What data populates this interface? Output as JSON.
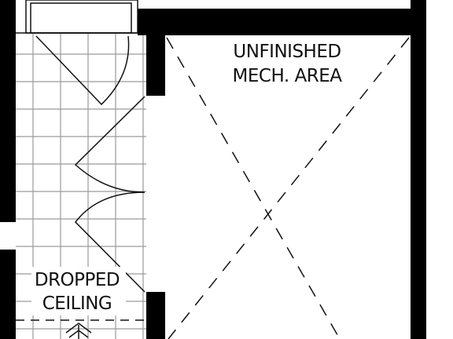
{
  "rooms": {
    "mech": {
      "line1": "UNFINISHED",
      "line2": "MECH. AREA"
    },
    "hall": {
      "line1": "DROPPED",
      "line2": "CEILING"
    }
  },
  "colors": {
    "wall": "#000000",
    "grid": "#999999",
    "line": "#111111",
    "background": "#ffffff"
  }
}
